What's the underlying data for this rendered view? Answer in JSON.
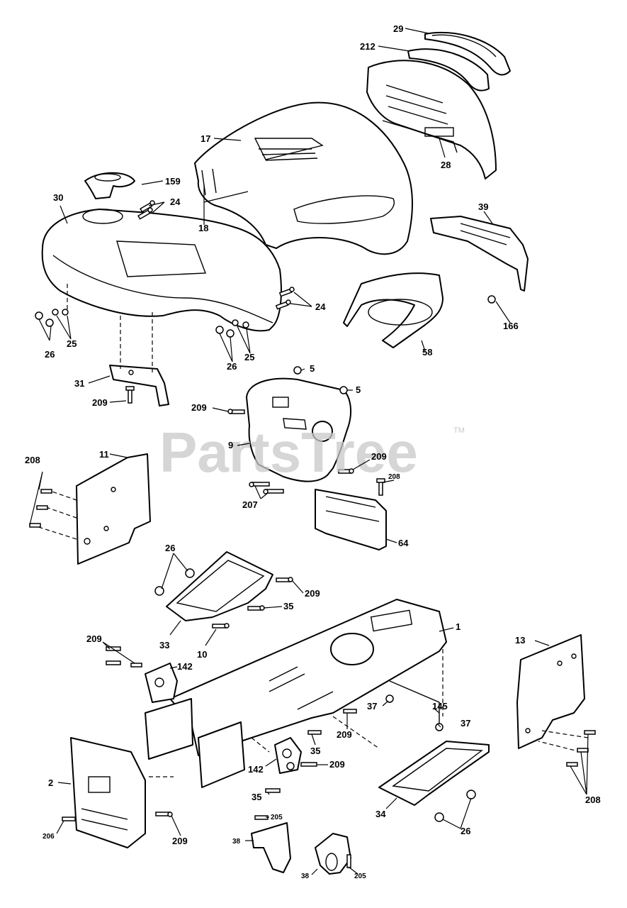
{
  "watermark": {
    "text": "PartsTree",
    "tm": "TM"
  },
  "labels": {
    "l29": "29",
    "l212": "212",
    "l17": "17",
    "l159": "159",
    "l24a": "24",
    "l30": "30",
    "l18": "18",
    "l28": "28",
    "l39": "39",
    "l24b": "24",
    "l166": "166",
    "l58": "58",
    "l26a": "26",
    "l25a": "25",
    "l26b": "26",
    "l25b": "25",
    "l31": "31",
    "l209a": "209",
    "l5a": "5",
    "l5b": "5",
    "l209b": "209",
    "l9": "9",
    "l209c": "209",
    "l208a": "208",
    "l11": "11",
    "l207": "207",
    "l208b": "208",
    "l64": "64",
    "l26c": "26",
    "l209d": "209",
    "l35a": "35",
    "l33": "33",
    "l10": "10",
    "l1": "1",
    "l13": "13",
    "l209e": "209",
    "l142a": "142",
    "l37a": "37",
    "l145": "145",
    "l37b": "37",
    "l209f": "209",
    "l35b": "35",
    "l142b": "142",
    "l209g": "209",
    "l2": "2",
    "l35c": "35",
    "l34": "34",
    "l208c": "208",
    "l26d": "26",
    "l206": "206",
    "l209h": "209",
    "l205a": "205",
    "l38a": "38",
    "l38b": "38",
    "l205b": "205"
  },
  "icons": [
    "bolt-icon",
    "nut-icon",
    "washer-icon"
  ]
}
